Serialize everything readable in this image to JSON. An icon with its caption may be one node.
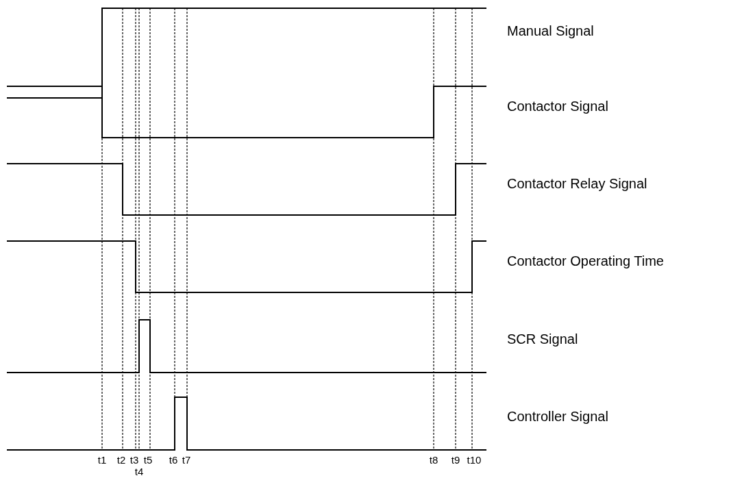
{
  "diagram": {
    "labels": [
      "Manual Signal",
      "Contactor Signal",
      "Contactor Relay Signal",
      "Contactor Operating Time",
      "SCR Signal",
      "Controller Signal",
      "t1",
      "t2",
      "t3",
      "t5",
      "t6",
      "t7",
      "t8",
      "t9",
      "t10",
      "t4"
    ]
  }
}
